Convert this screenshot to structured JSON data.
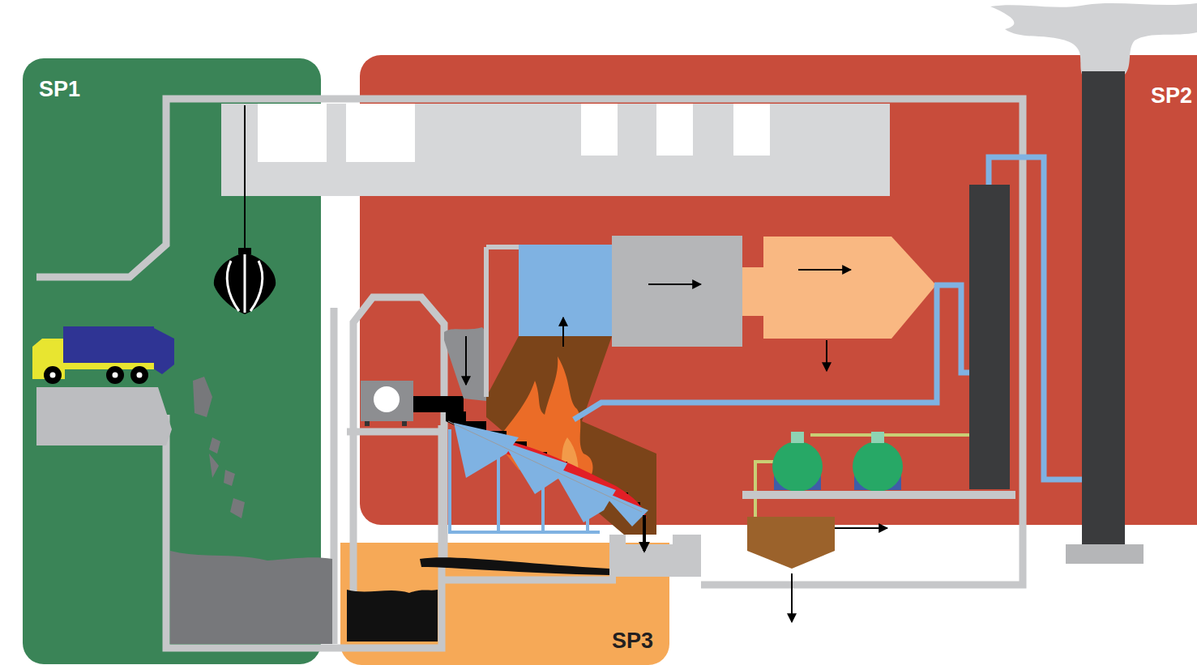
{
  "diagram": {
    "nodes": [
      {
        "text": [
          "SP1"
        ]
      },
      {
        "text": [
          "SP2"
        ]
      },
      {
        "text": [
          "SP3"
        ]
      }
    ]
  }
}
